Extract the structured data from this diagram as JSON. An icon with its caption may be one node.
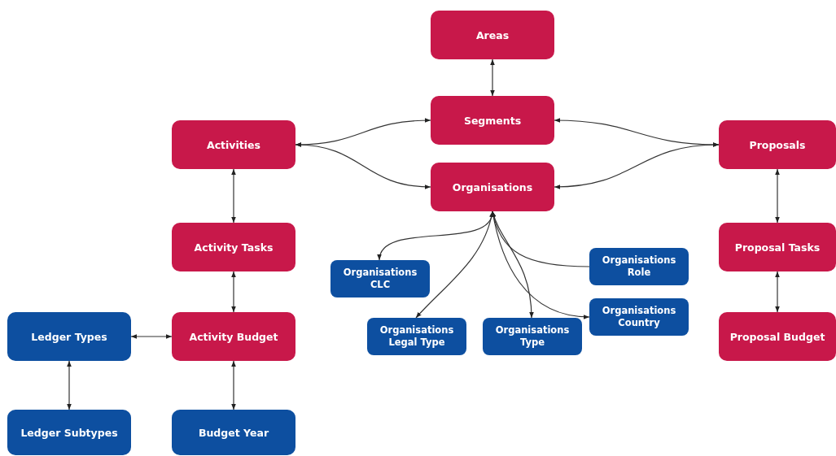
{
  "diagram": {
    "nodes": [
      {
        "text": [
          "Areas"
        ]
      },
      {
        "text": [
          "Segments"
        ]
      },
      {
        "text": [
          "Activities"
        ]
      },
      {
        "text": [
          "Organisations"
        ]
      },
      {
        "text": [
          "Proposals"
        ]
      },
      {
        "text": [
          "Activity Tasks"
        ]
      },
      {
        "text": [
          "Proposal Tasks"
        ]
      },
      {
        "text": [
          "Organisations CLC"
        ]
      },
      {
        "text": [
          "Organisations Role"
        ]
      },
      {
        "text": [
          "Organisations Country"
        ]
      },
      {
        "text": [
          "Ledger Types"
        ]
      },
      {
        "text": [
          "Activity Budget"
        ]
      },
      {
        "text": [
          "Organisations Legal Type"
        ]
      },
      {
        "text": [
          "Organisations Type"
        ]
      },
      {
        "text": [
          "Proposal Budget"
        ]
      },
      {
        "text": [
          "Ledger Subtypes"
        ]
      },
      {
        "text": [
          "Budget Year"
        ]
      }
    ],
    "edges": [
      {
        "from": 0,
        "to": 1,
        "arrow": "both"
      },
      {
        "from": 2,
        "to": 1,
        "arrow": "both"
      },
      {
        "from": 2,
        "to": 3,
        "arrow": "both"
      },
      {
        "from": 4,
        "to": 1,
        "arrow": "both"
      },
      {
        "from": 4,
        "to": 3,
        "arrow": "both"
      },
      {
        "from": 2,
        "to": 5,
        "arrow": "both"
      },
      {
        "from": 5,
        "to": 11,
        "arrow": "both"
      },
      {
        "from": 11,
        "to": 10,
        "arrow": "both"
      },
      {
        "from": 10,
        "to": 15,
        "arrow": "both"
      },
      {
        "from": 11,
        "to": 16,
        "arrow": "both"
      },
      {
        "from": 4,
        "to": 6,
        "arrow": "both"
      },
      {
        "from": 6,
        "to": 14,
        "arrow": "both"
      },
      {
        "from": 3,
        "to": 7,
        "arrow": "both"
      },
      {
        "from": 3,
        "to": 12,
        "arrow": "both"
      },
      {
        "from": 3,
        "to": 13,
        "arrow": "both"
      },
      {
        "from": 3,
        "to": 9,
        "arrow": "both"
      },
      {
        "from": 8,
        "to": 3,
        "arrow": "to"
      }
    ]
  }
}
